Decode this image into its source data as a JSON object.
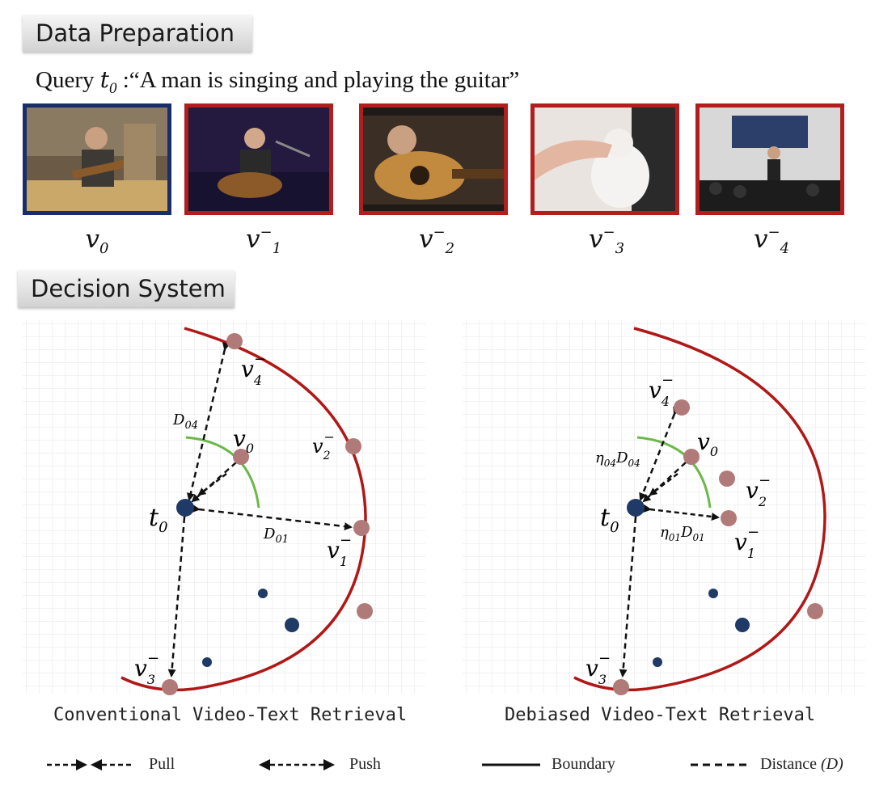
{
  "sections": {
    "data_preparation": "Data Preparation",
    "decision_system": "Decision System"
  },
  "query": {
    "prefix": "Query",
    "symbol": "t",
    "symbol_sub": "0",
    "text": ":“A man is singing and playing the guitar”"
  },
  "thumbnails": [
    {
      "label": "v",
      "sub": "0",
      "sup": "",
      "border": "#1a2d6b",
      "scene": "man playing guitar indoors"
    },
    {
      "label": "v",
      "sub": "1",
      "sup": "−",
      "border": "#b21e1e",
      "scene": "singer with guitar on stage"
    },
    {
      "label": "v",
      "sub": "2",
      "sup": "−",
      "border": "#b21e1e",
      "scene": "close-up of guitar strumming"
    },
    {
      "label": "v",
      "sub": "3",
      "sup": "−",
      "border": "#b21e1e",
      "scene": "hand petting white kitten"
    },
    {
      "label": "v",
      "sub": "4",
      "sup": "−",
      "border": "#b21e1e",
      "scene": "performer on stage with banner"
    }
  ],
  "diagrams": {
    "left": {
      "caption": "Conventional Video-Text Retrieval",
      "labels": {
        "t0": "t",
        "t0_sub": "0",
        "v0": "v",
        "v0_sub": "0",
        "v1": "v",
        "v1_sub": "1",
        "v2": "v",
        "v2_sub": "2",
        "v3": "v",
        "v3_sub": "3",
        "v4": "v",
        "v4_sub": "4",
        "minus": "−",
        "d04": "D",
        "d04_sub": "04",
        "d01": "D",
        "d01_sub": "01"
      }
    },
    "right": {
      "caption": "Debiased Video-Text Retrieval",
      "labels": {
        "t0": "t",
        "t0_sub": "0",
        "v0": "v",
        "v0_sub": "0",
        "v1": "v",
        "v1_sub": "1",
        "v2": "v",
        "v2_sub": "2",
        "v3": "v",
        "v3_sub": "3",
        "v4": "v",
        "v4_sub": "4",
        "minus": "−",
        "eta": "η",
        "eta04_sub": "04",
        "d04": "D",
        "d04_sub": "04",
        "eta01_sub": "01",
        "d01": "D",
        "d01_sub": "01"
      }
    }
  },
  "legend": {
    "pull": "Pull",
    "push": "Push",
    "boundary": "Boundary",
    "distance": "Distance",
    "distance_symbol": "(D)"
  },
  "colors": {
    "boundary": "#b01818",
    "green_arc": "#6cb84a",
    "query_dot": "#1f3a66",
    "neg_dot": "#b07a78",
    "grid": "#e6e6e6"
  }
}
